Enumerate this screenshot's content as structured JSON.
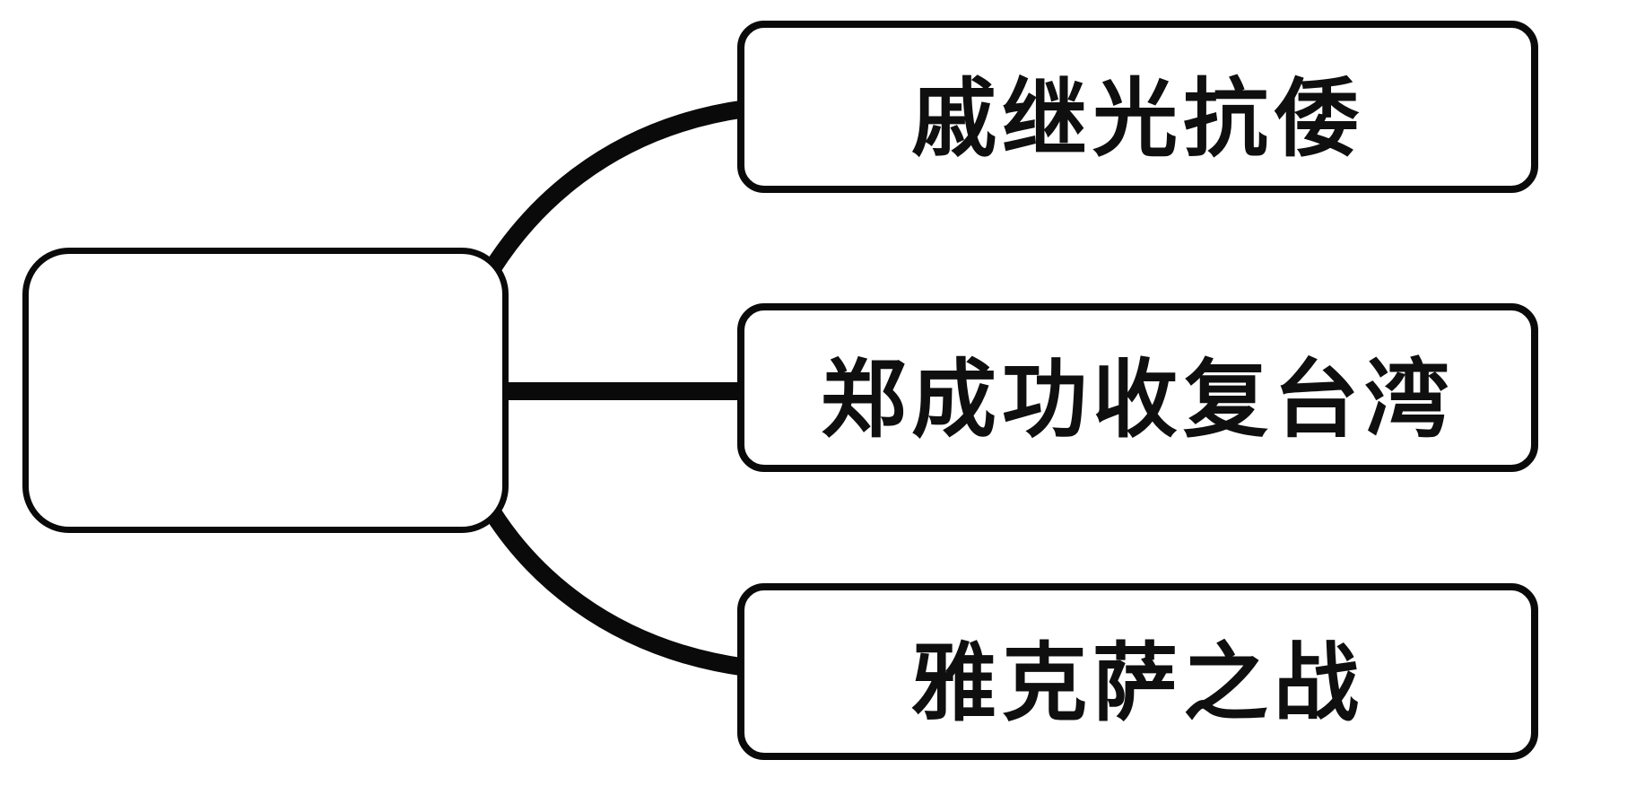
{
  "diagram": {
    "type": "mind-map",
    "root_node": {
      "label": ""
    },
    "branch_nodes": [
      {
        "label": "戚继光抗倭"
      },
      {
        "label": "郑成功收复台湾"
      },
      {
        "label": "雅克萨之战"
      }
    ],
    "style": {
      "stroke_color": "#0a0a0a",
      "node_fill": "#ffffff",
      "text_color": "#0f0f0f",
      "background": "#ffffff"
    }
  }
}
